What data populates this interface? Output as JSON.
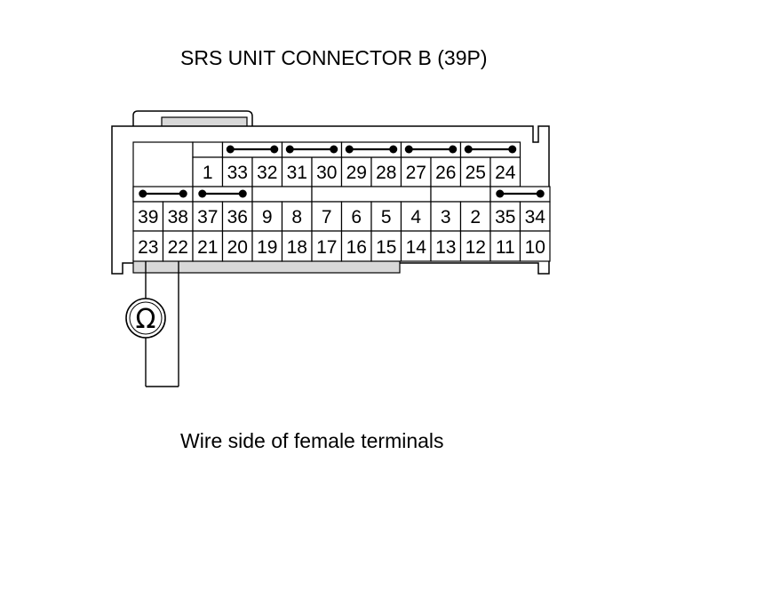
{
  "title": "SRS UNIT CONNECTOR B (39P)",
  "caption": "Wire side of female terminals",
  "meter_symbol": "Ω",
  "connector": {
    "row1": [
      "",
      "1",
      "33",
      "32",
      "31",
      "30",
      "29",
      "28",
      "27",
      "26",
      "25",
      "24"
    ],
    "row2": [
      "39",
      "38",
      "37",
      "36",
      "9",
      "8",
      "7",
      "6",
      "5",
      "4",
      "3",
      "2",
      "35",
      "34"
    ],
    "row3": [
      "23",
      "22",
      "21",
      "20",
      "19",
      "18",
      "17",
      "16",
      "15",
      "14",
      "13",
      "12",
      "11",
      "10"
    ],
    "row1_jumpers": [
      [
        "33",
        "32"
      ],
      [
        "31",
        "30"
      ],
      [
        "29",
        "28"
      ],
      [
        "27",
        "26"
      ],
      [
        "25",
        "24"
      ]
    ],
    "row2_jumpers": [
      [
        "39",
        "38"
      ],
      [
        "37",
        "36"
      ],
      [
        "35",
        "34"
      ]
    ],
    "probe_terminals": [
      "23",
      "22"
    ]
  }
}
